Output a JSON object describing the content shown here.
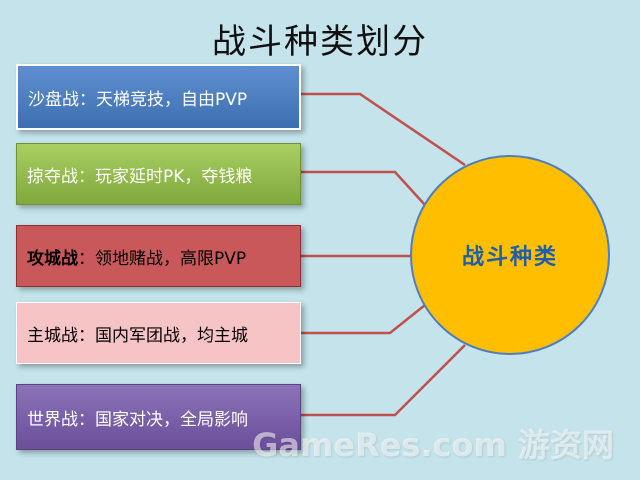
{
  "title": "战斗种类划分",
  "center": {
    "label": "战斗种类"
  },
  "categories": [
    {
      "name": "沙盘战",
      "desc": "：天梯竞技，自由PVP"
    },
    {
      "name": "掠夺战",
      "desc": "：玩家延时PK，夺钱粮"
    },
    {
      "name": "攻城战",
      "desc": "：领地赌战，高限PVP"
    },
    {
      "name": "主城战",
      "desc": "：国内军团战，均主城"
    },
    {
      "name": "世界战",
      "desc": "：国家对决，全局影响"
    }
  ],
  "watermark": "GameRes.com 游资网",
  "colors": {
    "background": "#c4e3ea",
    "connector": "#c0504d",
    "circle_fill": "#ffbf00",
    "circle_text": "#1f5ea8"
  }
}
